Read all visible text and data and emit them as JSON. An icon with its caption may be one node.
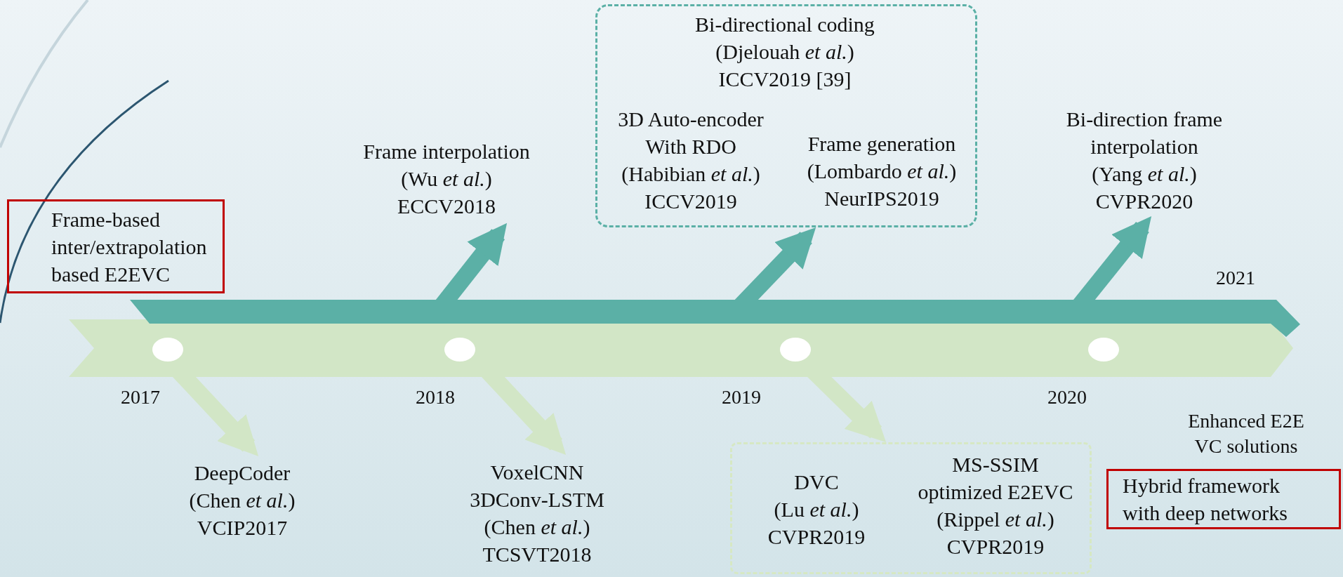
{
  "diagram": {
    "nodes": [
      {
        "text": [
          "Frame-based inter/extrapolation based E2EVC"
        ]
      },
      {
        "text": [
          "Frame interpolation",
          "(Wu *et al.*)",
          "ECCV2018"
        ]
      },
      {
        "text": [],
        "shape": "box"
      },
      {
        "text": [
          "Bi-directional coding",
          "(Djelouah *et al.*)",
          "ICCV2019 [39]"
        ],
        "in": 2
      },
      {
        "text": [
          "3D Auto-encoder With RDO",
          "(Habibian *et al.*)",
          "ICCV2019"
        ],
        "in": 2
      },
      {
        "text": [
          "Frame generation",
          "(Lombardo *et al.*)",
          "NeurIPS2019"
        ],
        "in": 2
      },
      {
        "text": [
          "Bi-direction frame interpolation",
          "(Yang *et al.*)",
          "CVPR2020"
        ]
      },
      {
        "text": [
          "DeepCoder",
          "(Chen *et al.*)",
          "VCIP2017"
        ]
      },
      {
        "text": [
          "VoxelCNN",
          "3DConv-LSTM",
          "(Chen *et al.*)",
          "TCSVT2018"
        ]
      },
      {
        "text": [],
        "shape": "box"
      },
      {
        "text": [
          "DVC",
          "(Lu *et al.*)",
          "CVPR2019"
        ],
        "in": 9
      },
      {
        "text": [
          "MS-SSIM optimized E2EVC",
          "(Rippel *et al.*)",
          "CVPR2019"
        ],
        "in": 9
      },
      {
        "text": [
          "Hybrid framework with deep networks"
        ],
        "beside": [
          "Enhanced E2E VC solutions"
        ]
      }
    ],
    "edges": [
      {
        "from": null,
        "to": 1,
        "arrow": "to",
        "color": "#5bb0a6"
      },
      {
        "from": null,
        "to": 2,
        "arrow": "to",
        "color": "#5bb0a6"
      },
      {
        "from": null,
        "to": 6,
        "arrow": "to",
        "color": "#5bb0a6"
      },
      {
        "from": null,
        "to": 7,
        "arrow": "to",
        "color": "#d2e6c6"
      },
      {
        "from": null,
        "to": 8,
        "arrow": "to",
        "color": "#d2e6c6"
      },
      {
        "from": null,
        "to": 9,
        "arrow": "to",
        "color": "#d2e6c6"
      }
    ],
    "labels": [
      "2021",
      "2017",
      "2018",
      "2019",
      "2020"
    ]
  }
}
